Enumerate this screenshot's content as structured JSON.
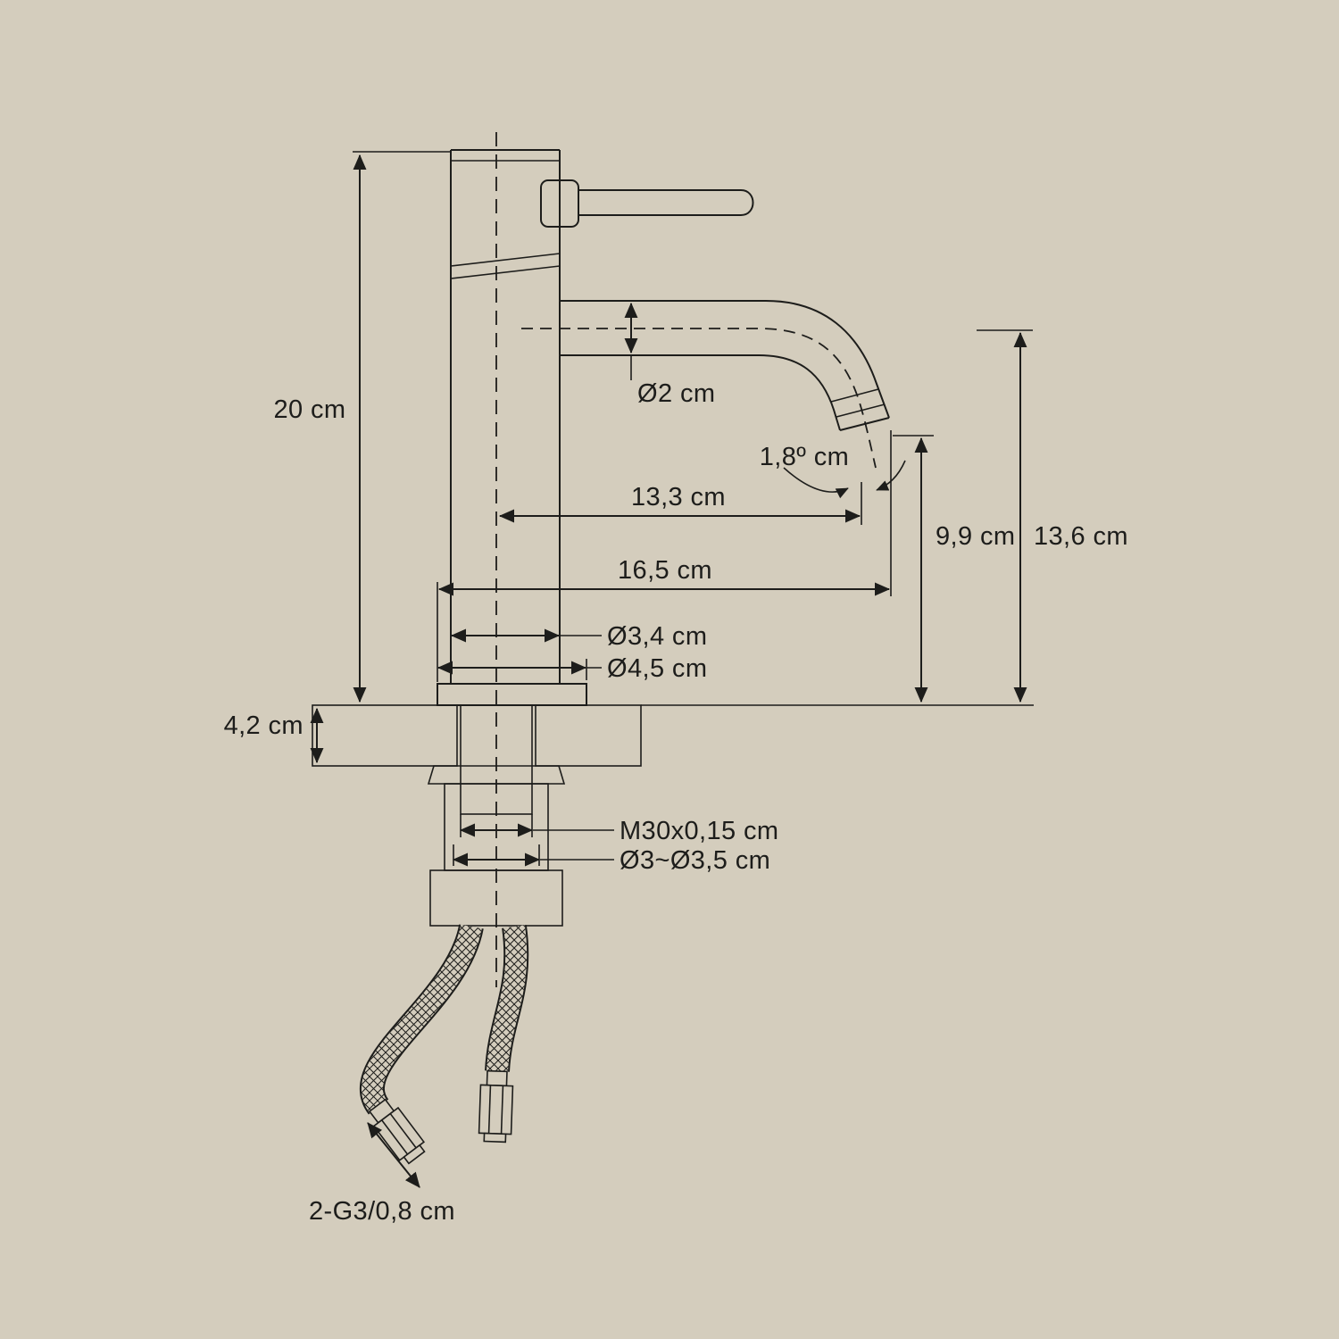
{
  "page": {
    "background_color": "#d4cdbd",
    "line_color": "#1d1d1b"
  },
  "diagram": {
    "type": "technical-dimension-drawing",
    "subject": "single-lever basin faucet, side view with mounting hardware and supply hoses",
    "labels": {
      "height_total": "20 cm",
      "spout_tube_diameter": "Ø2 cm",
      "outlet_angle": "1,8º cm",
      "reach_to_outlet": "13,3 cm",
      "outlet_height": "9,9 cm",
      "spout_height": "13,6 cm",
      "reach_total": "16,5 cm",
      "body_diameter": "Ø3,4 cm",
      "base_diameter": "Ø4,5 cm",
      "deck_thickness": "4,2 cm",
      "thread_spec": "M30x0,15 cm",
      "hole_diameter": "Ø3~Ø3,5 cm",
      "hose_thread": "2-G3/0,8 cm"
    }
  }
}
